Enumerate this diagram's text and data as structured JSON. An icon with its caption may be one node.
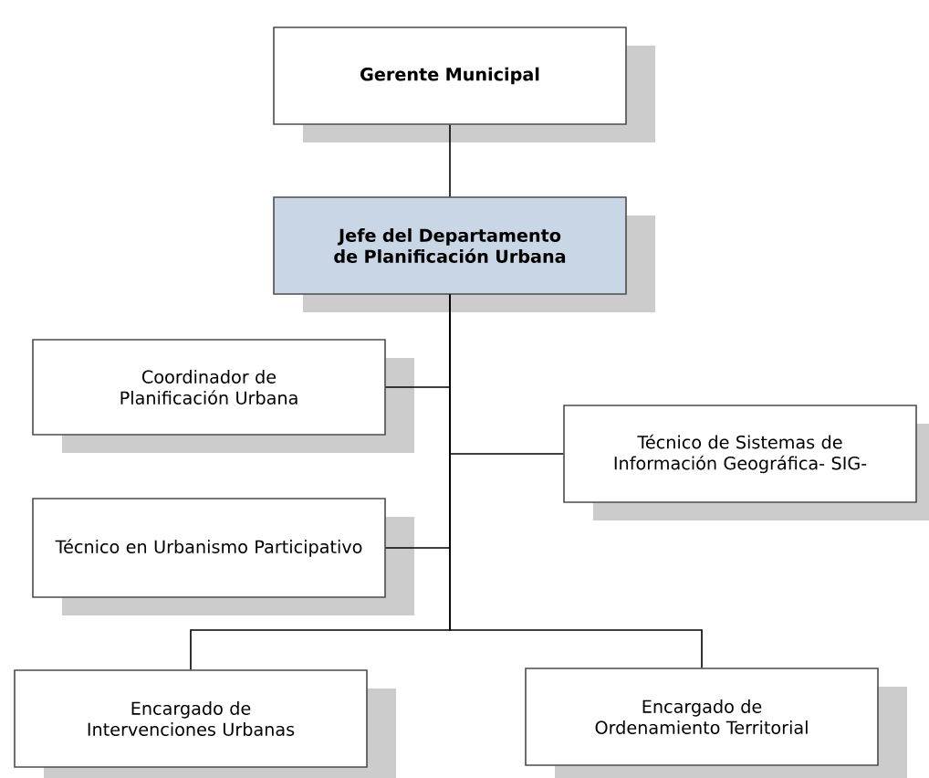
{
  "diagram": {
    "nodes": [
      {
        "text": [
          "Gerente Municipal"
        ]
      },
      {
        "text": [
          "Jefe del Departamento de Planificación Urbana"
        ]
      },
      {
        "text": [
          "Coordinador de Planificación Urbana"
        ]
      },
      {
        "text": [
          "Técnico de Sistemas de Información Geográfica- SIG-"
        ]
      },
      {
        "text": [
          "Técnico en Urbanismo Participativo"
        ]
      },
      {
        "text": [
          "Encargado de Intervenciones Urbanas"
        ]
      },
      {
        "text": [
          "Encargado de Ordenamiento Territorial"
        ]
      }
    ],
    "edges": [
      {
        "from": 0,
        "to": 1,
        "arrow": "none"
      },
      {
        "from": 1,
        "to": 2,
        "arrow": "none"
      },
      {
        "from": 1,
        "to": 3,
        "arrow": "none"
      },
      {
        "from": 1,
        "to": 4,
        "arrow": "none"
      },
      {
        "from": 1,
        "to": 5,
        "arrow": "none"
      },
      {
        "from": 1,
        "to": 6,
        "arrow": "none"
      }
    ]
  }
}
